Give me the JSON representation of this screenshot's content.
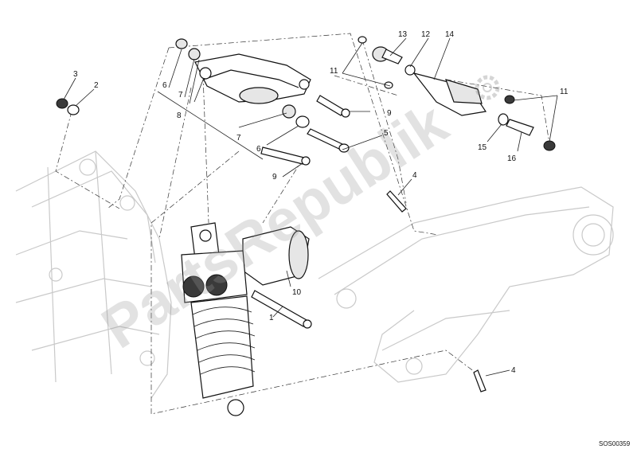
{
  "diagram": {
    "callouts": [
      {
        "id": "c1",
        "text": "1"
      },
      {
        "id": "c2",
        "text": "2"
      },
      {
        "id": "c3",
        "text": "3"
      },
      {
        "id": "c4a",
        "text": "4"
      },
      {
        "id": "c4b",
        "text": "4"
      },
      {
        "id": "c5",
        "text": "5"
      },
      {
        "id": "c6a",
        "text": "6"
      },
      {
        "id": "c6b",
        "text": "6"
      },
      {
        "id": "c7a",
        "text": "7"
      },
      {
        "id": "c7b",
        "text": "7"
      },
      {
        "id": "c8",
        "text": "8"
      },
      {
        "id": "c9a",
        "text": "9"
      },
      {
        "id": "c9b",
        "text": "9"
      },
      {
        "id": "c10",
        "text": "10"
      },
      {
        "id": "c11a",
        "text": "11"
      },
      {
        "id": "c11b",
        "text": "11"
      },
      {
        "id": "c12",
        "text": "12"
      },
      {
        "id": "c13",
        "text": "13"
      },
      {
        "id": "c14",
        "text": "14"
      },
      {
        "id": "c15",
        "text": "15"
      },
      {
        "id": "c16",
        "text": "16"
      }
    ],
    "reference_code": "SOS00359",
    "watermark": "PartsRepublik"
  }
}
